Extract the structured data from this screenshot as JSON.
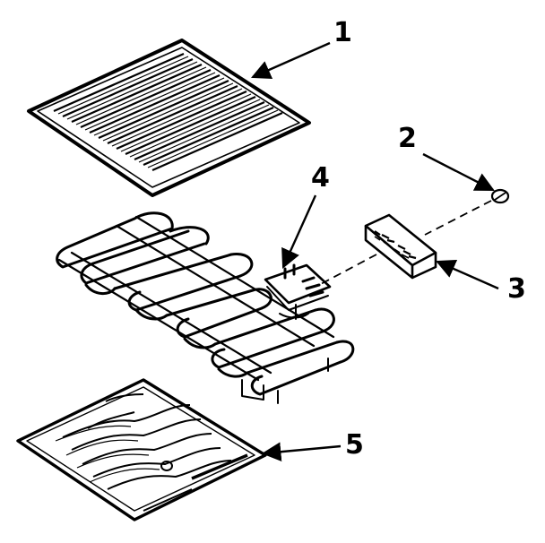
{
  "diagram": {
    "callouts": [
      "1",
      "2",
      "3",
      "4",
      "5"
    ],
    "ink_color": "#000000",
    "background_color": "#ffffff"
  }
}
